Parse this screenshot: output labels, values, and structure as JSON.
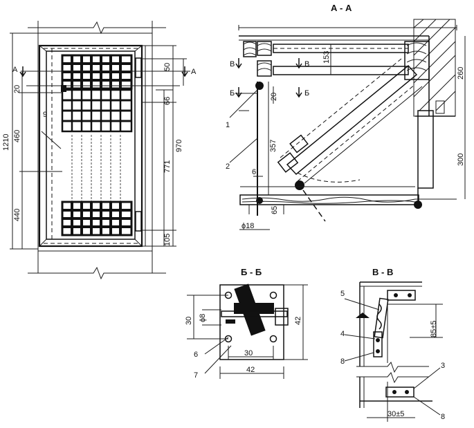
{
  "sections": {
    "aa": "А - А",
    "bb": "Б - Б",
    "vv": "В - В"
  },
  "markers": {
    "a_left": "А",
    "a_right": "А",
    "b_left": "Б",
    "b_right": "Б",
    "v_left": "В",
    "v_right": "В"
  },
  "plan_dims": {
    "d1210": "1210",
    "d460": "460",
    "d440": "440",
    "d20": "20",
    "d50": "50",
    "d66": "66",
    "d970": "970",
    "d771": "771",
    "d105": "105",
    "callout9": "9"
  },
  "aa_dims": {
    "d153": "153",
    "d260": "260",
    "d20": "20",
    "d357": "357",
    "d300": "300",
    "d6": "6",
    "d65": "65",
    "phi18": "ϕ18",
    "callout1": "1",
    "callout2": "2"
  },
  "bb_dims": {
    "d30v": "30",
    "phi8": "ϕ8",
    "d42v": "42",
    "d30h": "30",
    "d42h": "42",
    "callout6": "6",
    "callout7": "7"
  },
  "vv_dims": {
    "d85": "85±5",
    "d30": "30±5",
    "callout5": "5",
    "callout4": "4",
    "callout8a": "8",
    "callout3": "3",
    "callout8b": "8"
  }
}
